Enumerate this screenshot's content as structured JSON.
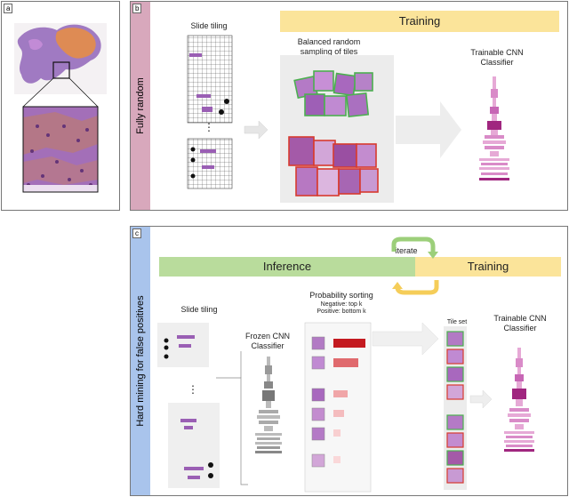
{
  "panel_a": {
    "tag": "a"
  },
  "panel_b": {
    "tag": "b",
    "sidebar_label": "Fully random",
    "training_label": "Training",
    "slide_tiling_label": "Slide tiling",
    "sampling_label_line1": "Balanced random",
    "sampling_label_line2": "sampling of tiles",
    "classifier_label_line1": "Trainable CNN",
    "classifier_label_line2": "Classifier",
    "ellipsis": "⋮"
  },
  "panel_c": {
    "tag": "c",
    "sidebar_label": "Hard mining for false positives",
    "inference_label": "Inference",
    "training_label": "Training",
    "iterate_label": "iterate",
    "slide_tiling_label": "Slide tiling",
    "frozen_label_line1": "Frozen CNN",
    "frozen_label_line2": "Classifier",
    "prob_sort_label": "Probability sorting",
    "negative_label": "Negative: top k",
    "positive_label": "Positive: bottom k",
    "tile_set_label": "Tile set",
    "classifier_label_line1": "Trainable CNN",
    "classifier_label_line2": "Classifier",
    "ellipsis": "⋮"
  },
  "colors": {
    "sidebar_b": "#d8a8bc",
    "sidebar_c": "#a9c4ec",
    "training_band": "#fbe49a",
    "inference_band": "#b9dc9c",
    "tissue_purple": "#9a5fb4",
    "tissue_orange": "#e08a4a",
    "cnn_purple": "#a0267f",
    "cnn_light": "#e6a9d6",
    "bar_red": "#c41a20",
    "green_border": "#4caf50",
    "red_border": "#d73a2f"
  }
}
